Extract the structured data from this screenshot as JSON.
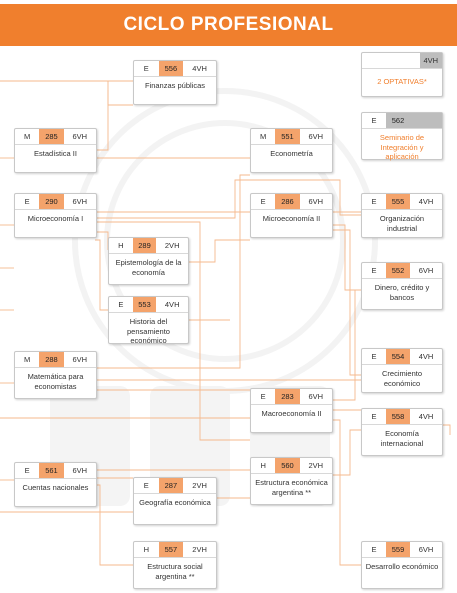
{
  "header": {
    "title": "CICLO PROFESIONAL"
  },
  "nodes": {
    "finanzas": {
      "type": "E",
      "code": "556",
      "hours": "4VH",
      "name": "Finanzas públicas"
    },
    "estadistica2": {
      "type": "M",
      "code": "285",
      "hours": "6VH",
      "name": "Estadística II"
    },
    "econometria": {
      "type": "M",
      "code": "551",
      "hours": "6VH",
      "name": "Econometría"
    },
    "micro1": {
      "type": "E",
      "code": "290",
      "hours": "6VH",
      "name": "Microeconomía I"
    },
    "micro2": {
      "type": "E",
      "code": "286",
      "hours": "6VH",
      "name": "Microeconomía II"
    },
    "orgind": {
      "type": "E",
      "code": "555",
      "hours": "4VH",
      "name": "Organización industrial"
    },
    "epistemo": {
      "type": "H",
      "code": "289",
      "hours": "2VH",
      "name": "Epistemología de la economía"
    },
    "dinero": {
      "type": "E",
      "code": "552",
      "hours": "6VH",
      "name": "Dinero, crédito y bancos"
    },
    "historia": {
      "type": "E",
      "code": "553",
      "hours": "4VH",
      "name": "Historia del pensamiento económico"
    },
    "matematica": {
      "type": "M",
      "code": "288",
      "hours": "6VH",
      "name": "Matemática para economistas"
    },
    "crecimiento": {
      "type": "E",
      "code": "554",
      "hours": "4VH",
      "name": "Crecimiento económico"
    },
    "macro2": {
      "type": "E",
      "code": "283",
      "hours": "6VH",
      "name": "Macroeconomía II"
    },
    "intl": {
      "type": "E",
      "code": "558",
      "hours": "4VH",
      "name": "Economía internacional"
    },
    "cuentas": {
      "type": "E",
      "code": "561",
      "hours": "6VH",
      "name": "Cuentas nacionales"
    },
    "estructura": {
      "type": "H",
      "code": "560",
      "hours": "2VH",
      "name": "Estructura económica argentina **"
    },
    "geografia": {
      "type": "E",
      "code": "287",
      "hours": "2VH",
      "name": "Geografía económica"
    },
    "social": {
      "type": "H",
      "code": "557",
      "hours": "2VH",
      "name": "Estructura social argentina **"
    },
    "desarrollo": {
      "type": "E",
      "code": "559",
      "hours": "6VH",
      "name": "Desarrollo económico"
    }
  },
  "optativas": {
    "hours": "4VH",
    "name": "2 OPTATIVAS*"
  },
  "seminario": {
    "type": "E",
    "code": "562",
    "name": "Seminario de Integración y aplicación"
  },
  "colors": {
    "accent": "#f07f2d",
    "code_bg": "#f4a36b",
    "gray": "#bdbdbd",
    "line": "#f5b98d"
  }
}
